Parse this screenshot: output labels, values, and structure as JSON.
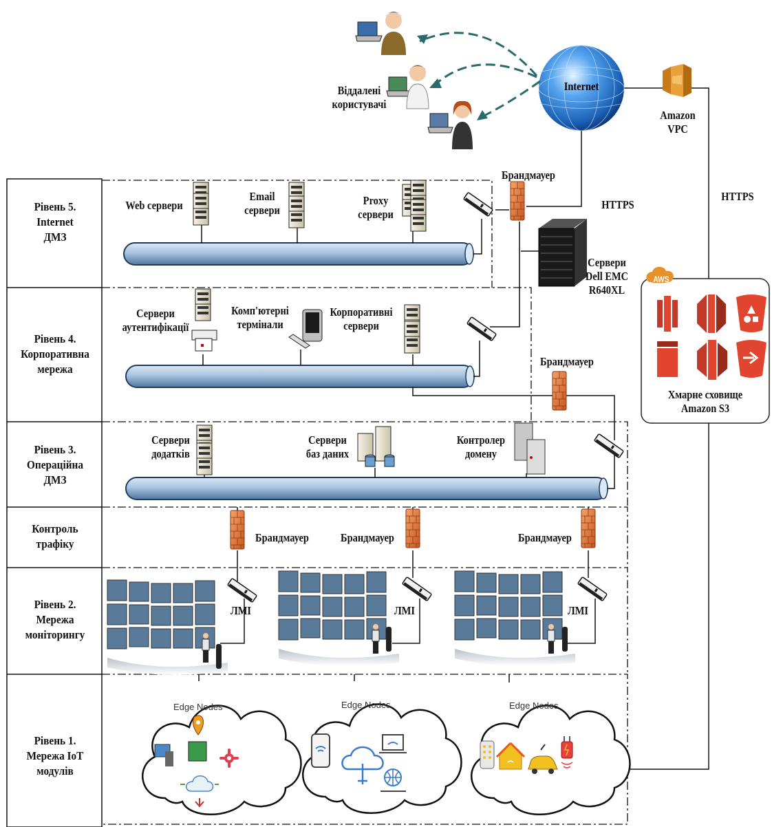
{
  "levels": [
    {
      "title": "Рівень 5.",
      "line2": "Internet",
      "line3": "ДМЗ"
    },
    {
      "title": "Рівень 4.",
      "line2": "Корпоративна",
      "line3": "мережа"
    },
    {
      "title": "Рівень 3.",
      "line2": "Операційна",
      "line3": "ДМЗ"
    },
    {
      "title": "Контроль",
      "line2": "трафіку",
      "line3": ""
    },
    {
      "title": "Рівень 2.",
      "line2": "Мережа",
      "line3": "моніторингу"
    },
    {
      "title": "Рівень 1.",
      "line2": "Мережа IoT",
      "line3": "модулів"
    }
  ],
  "remote_users": {
    "line1": "Віддалені",
    "line2": "користувачі"
  },
  "internet_label": "Internet",
  "amazon_vpc": {
    "line1": "Amazon",
    "line2": "VPC"
  },
  "https_label": "HTTPS",
  "firewall_label": "Брандмауер",
  "dell_servers": {
    "line1": "Сервери",
    "line2": "Dell EMC",
    "line3": "R640XL"
  },
  "aws_badge": "AWS",
  "cloud_storage": {
    "line1": "Хмарне сховище",
    "line2": "Amazon S3"
  },
  "level5_nodes": {
    "web": "Web сервери",
    "email": {
      "line1": "Email",
      "line2": "сервери"
    },
    "proxy": {
      "line1": "Proxy",
      "line2": "сервери"
    }
  },
  "level4_nodes": {
    "auth": {
      "line1": "Сервери",
      "line2": "аутентифікації"
    },
    "terminals": {
      "line1": "Комп'ютерні",
      "line2": "термінали"
    },
    "corporate": {
      "line1": "Корпоративні",
      "line2": "сервери"
    }
  },
  "level3_nodes": {
    "apps": {
      "line1": "Сервери",
      "line2": "додатків"
    },
    "db": {
      "line1": "Сервери",
      "line2": "баз даних"
    },
    "dc": {
      "line1": "Контролер",
      "line2": "домену"
    }
  },
  "hmi_label": "ЛМІ",
  "edge_nodes_label": "Edge Nodes",
  "colors": {
    "bus_fill": "#a8c4e0",
    "bus_stroke": "#1f3a5a",
    "firewall": "#e07a3a",
    "aws_orange": "#e8902a",
    "aws_red": "#d63a2a",
    "globe": "#1a5fb4"
  }
}
